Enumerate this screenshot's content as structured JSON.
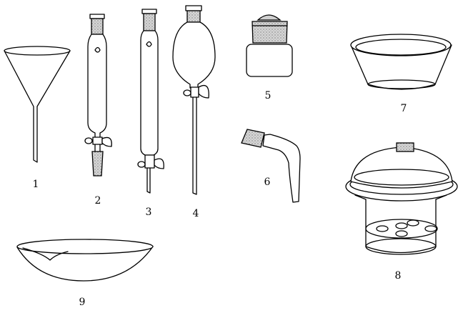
{
  "labels": {
    "item1": "1",
    "item2": "2",
    "item3": "3",
    "item4": "4",
    "item5": "5",
    "item6": "6",
    "item7": "7",
    "item8": "8",
    "item9": "9"
  },
  "colors": {
    "line": "#000000",
    "ground_glass": "#cfcfcf",
    "background": "#ffffff"
  }
}
